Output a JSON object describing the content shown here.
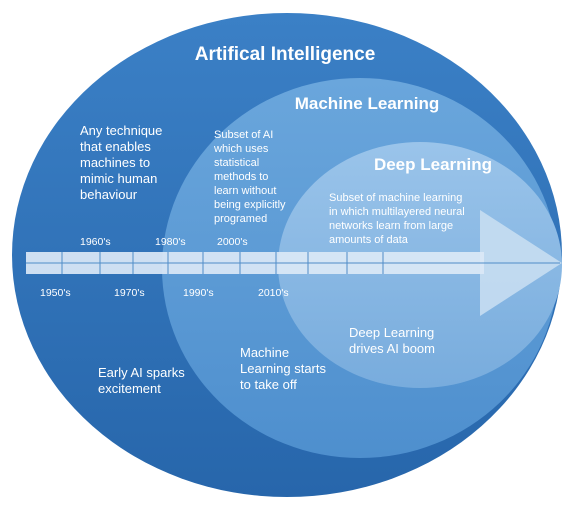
{
  "ai": {
    "title": "Artifical Intelligence",
    "description": [
      "Any technique",
      "that enables",
      "machines to",
      "mimic human",
      "behaviour"
    ],
    "milestone": [
      "Early AI sparks",
      "excitement"
    ]
  },
  "ml": {
    "title": "Machine Learning",
    "description": [
      "Subset of AI",
      "which uses",
      "statistical",
      "methods to",
      "learn without",
      "being explicitly",
      "programed"
    ],
    "milestone": [
      "Machine",
      "Learning starts",
      "to take off"
    ]
  },
  "dl": {
    "title": "Deep Learning",
    "description": [
      "Subset of machine learning",
      "in which multilayered neural",
      "networks learn from large",
      "amounts of data"
    ],
    "milestone": [
      "Deep Learning",
      "drives AI boom"
    ]
  },
  "timeline": {
    "decades_top": [
      "1960's",
      "1980's",
      "2000's"
    ],
    "decades_bottom": [
      "1950's",
      "1970's",
      "1990's",
      "2010's"
    ]
  },
  "colors": {
    "ai": "#2f72b8",
    "ml": "#5a9ad6",
    "dl": "#88b8e4",
    "arrow": "#c6dcf1",
    "band": "#dbe8f6"
  }
}
